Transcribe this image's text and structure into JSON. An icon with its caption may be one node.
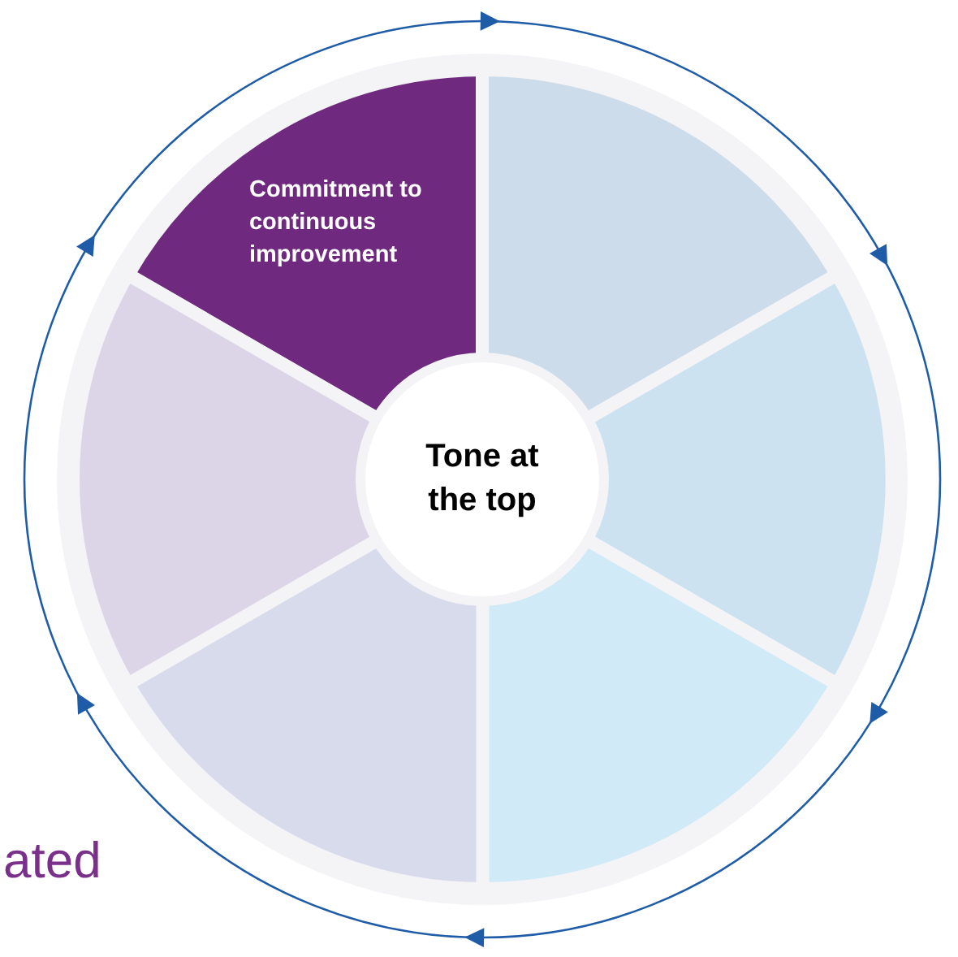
{
  "diagram": {
    "nodes": [
      {
        "text": [
          "Commitment to continuous improvement"
        ]
      },
      {
        "text": [],
        "shape": "wedge"
      },
      {
        "text": [],
        "shape": "wedge"
      },
      {
        "text": [],
        "shape": "wedge"
      },
      {
        "text": [],
        "shape": "wedge"
      },
      {
        "text": [],
        "shape": "wedge"
      },
      {
        "text": [
          "Tone at the top"
        ]
      }
    ],
    "labels": [
      "ated"
    ]
  }
}
